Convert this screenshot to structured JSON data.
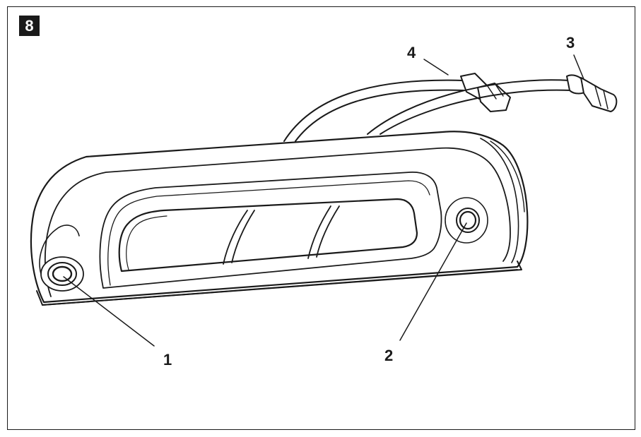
{
  "figure": {
    "step_number": "8",
    "callouts": {
      "c1": "1",
      "c2": "2",
      "c3": "3",
      "c4": "4"
    },
    "line_color": "#1a1a1a"
  }
}
